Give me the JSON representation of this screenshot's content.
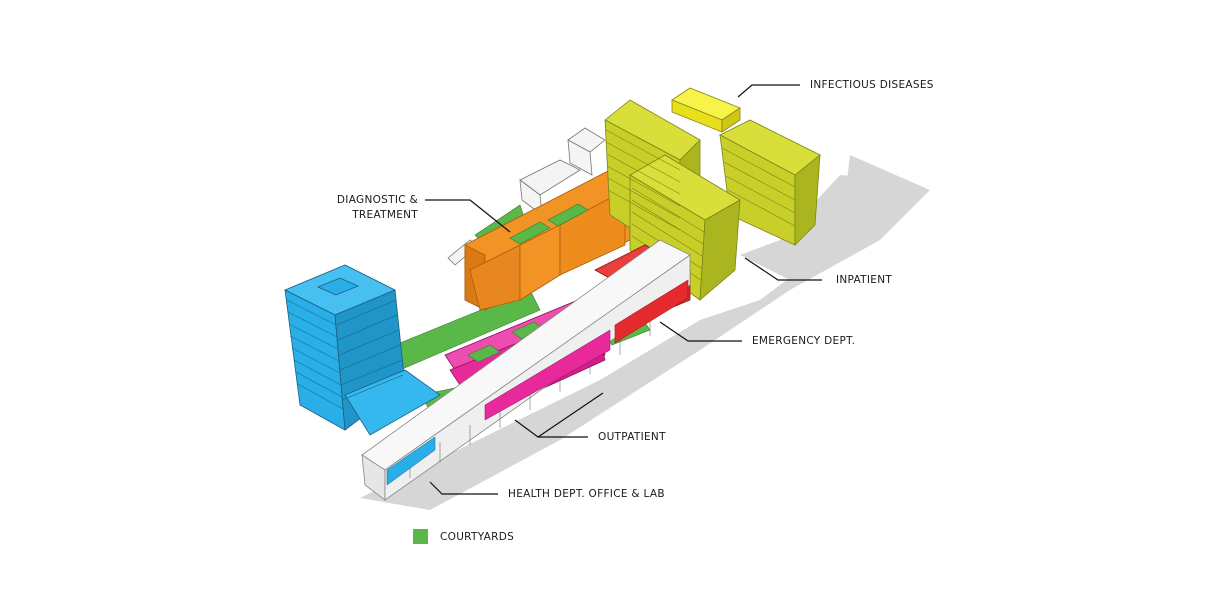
{
  "labels": {
    "infectious": "INFECTIOUS DISEASES",
    "diagnostic": "DIAGNOSTIC &\nTREATMENT",
    "inpatient": "INPATIENT",
    "emergency": "EMERGENCY DEPT.",
    "outpatient": "OUTPATIENT",
    "health": "HEALTH DEPT. OFFICE & LAB"
  },
  "legend": {
    "label": "COURTYARDS",
    "color": "#5ab848"
  },
  "colors": {
    "infectious": "#f0ec1c",
    "diagnostic": "#f29325",
    "inpatient": "#ccd52c",
    "emergency": "#e52a2e",
    "outpatient": "#e8299b",
    "health": "#2aaee8",
    "courtyard": "#5ab848",
    "shadow": "#d6d6d6"
  }
}
